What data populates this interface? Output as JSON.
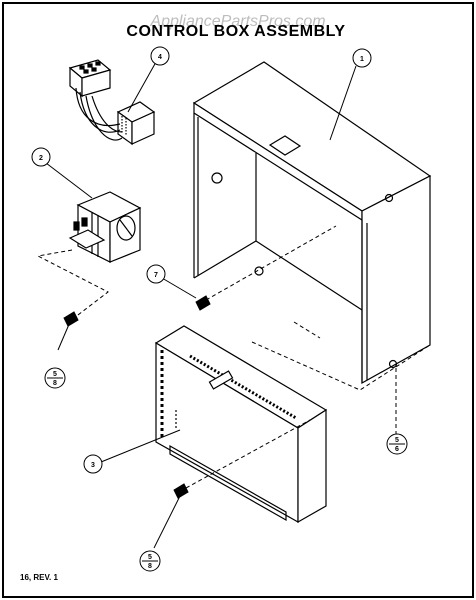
{
  "watermark": "AppliancePartsPros.com",
  "title": "CONTROL BOX ASSEMBLY",
  "footer": "16, REV. 1",
  "callouts": {
    "c1": "1",
    "c2": "2",
    "c3": "3",
    "c4": "4",
    "c7": "7",
    "c5a": "5",
    "c5b": "8",
    "c6a": "5",
    "c6b": "6",
    "c8a": "5",
    "c8b": "8"
  }
}
